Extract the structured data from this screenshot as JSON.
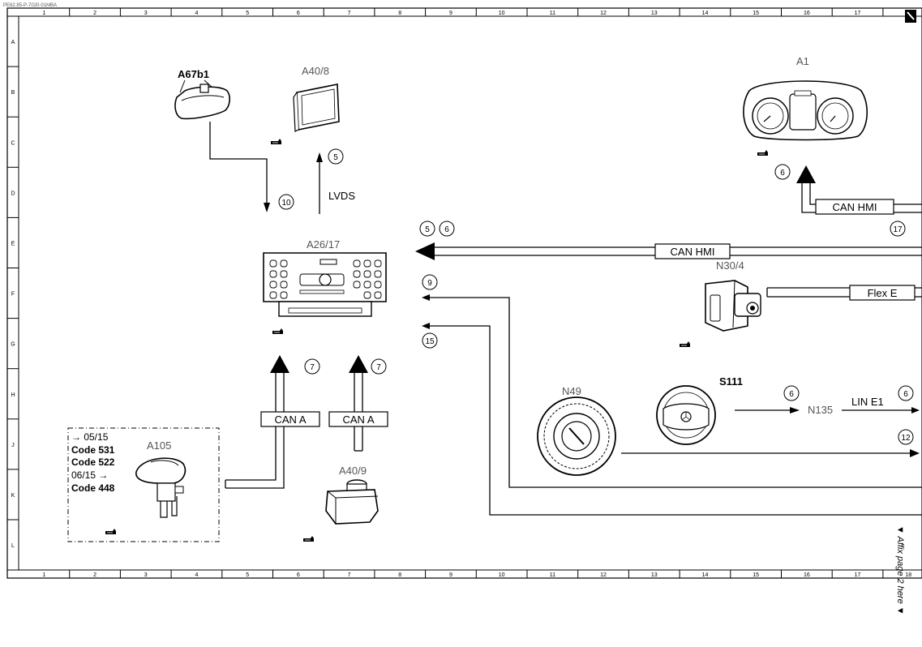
{
  "header": {
    "doc_code": "PE82.85-P-7020-01MBA"
  },
  "grid": {
    "columns": [
      "1",
      "2",
      "3",
      "4",
      "5",
      "6",
      "7",
      "8",
      "9",
      "10",
      "11",
      "12",
      "13",
      "14",
      "15",
      "16",
      "17",
      "18"
    ],
    "rows": [
      "A",
      "B",
      "C",
      "D",
      "E",
      "F",
      "G",
      "H",
      "J",
      "K",
      "L"
    ]
  },
  "components": {
    "a67b1": "A67b1",
    "a40_8": "A40/8",
    "a1": "A1",
    "a26_17": "A26/17",
    "n30_4": "N30/4",
    "n49": "N49",
    "s111": "S111",
    "n135": "N135",
    "a40_9": "A40/9",
    "a105": "A105"
  },
  "buses": {
    "lvds": "LVDS",
    "can_hmi": "CAN HMI",
    "flex_e": "Flex E",
    "can_a": "CAN A",
    "lin_e1": "LIN E1"
  },
  "refs": {
    "c10": "10",
    "c5": "5",
    "c6": "6",
    "c17": "17",
    "c9": "9",
    "c15": "15",
    "c7": "7",
    "c12": "12"
  },
  "code_box": {
    "line1": "→ 05/15",
    "line2": "Code 531",
    "line3": "Code 522",
    "line4": "06/15 →",
    "line5": "Code 448"
  },
  "affix_note": "▼ Affix page 2 here ▼"
}
